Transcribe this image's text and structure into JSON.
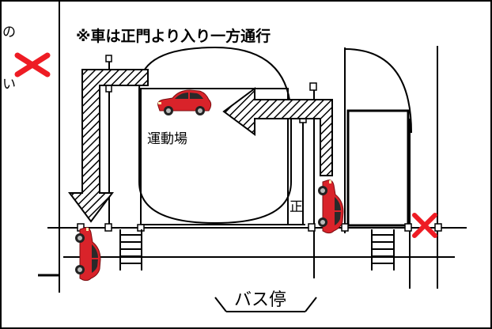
{
  "title": "※車は正門より入り一方通行",
  "labels": {
    "field": "運動場",
    "main_gate": "正",
    "bus_stop": "バス停"
  },
  "colors": {
    "no_entry_mark": "#ee1c24",
    "car_body": "#d9232a",
    "line": "#000000"
  },
  "icons": {
    "no_entry": "x-mark-icon",
    "car": "car-icon",
    "arrow": "hatched-arrow-icon"
  },
  "legend_notes": {
    "no_entry_count": 2,
    "car_count": 3,
    "arrow_count": 2
  }
}
